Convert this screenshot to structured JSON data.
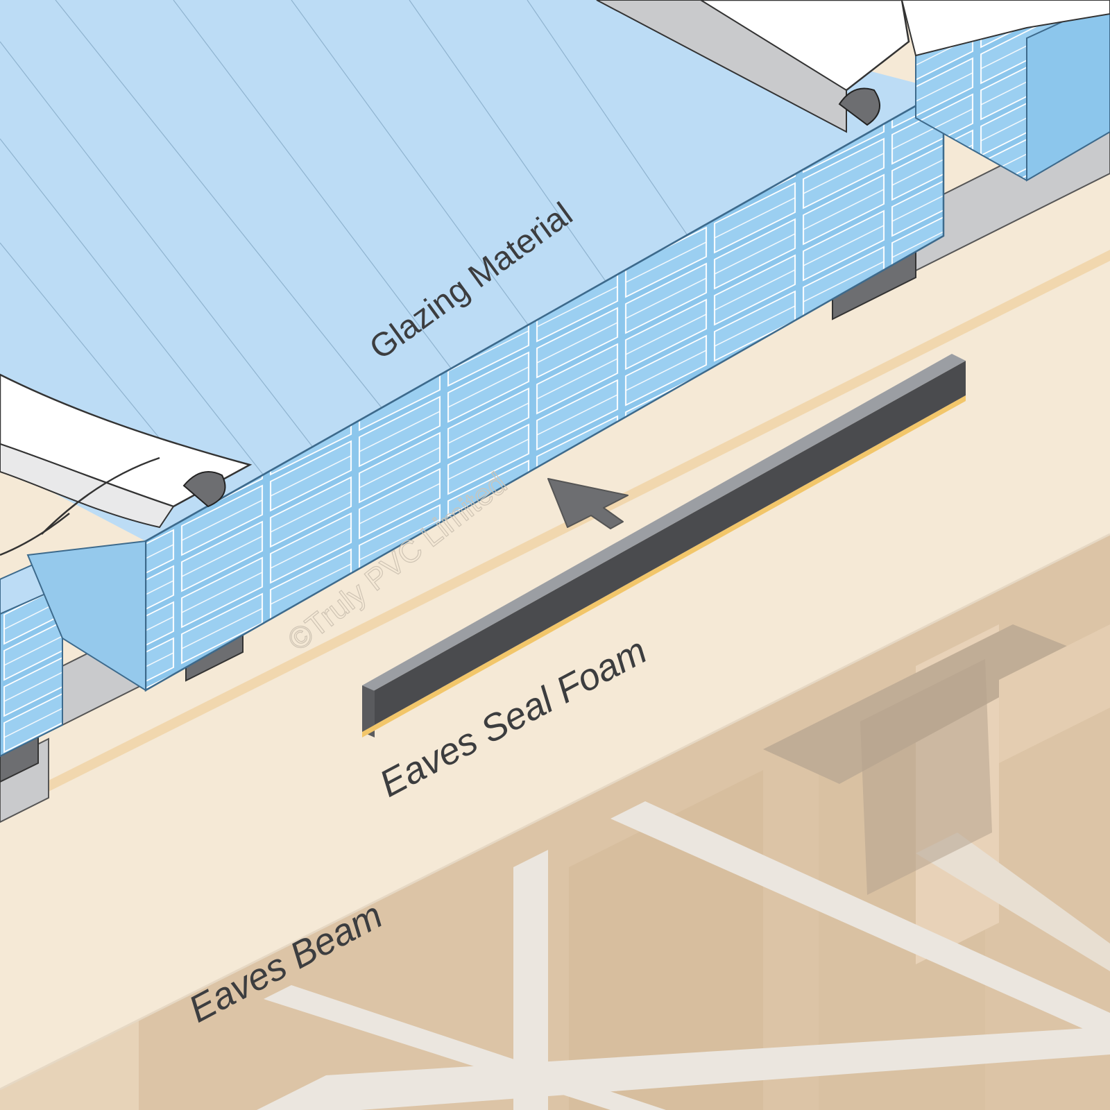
{
  "labels": {
    "glazing": "Glazing Material",
    "foam": "Eaves Seal Foam",
    "beam": "Eaves Beam"
  },
  "watermark": "©Truly PVC Limited",
  "colors": {
    "glazing_top": "#bcdcf5",
    "glazing_side": "#8cc6ec",
    "beam": "#f5e9d6",
    "foam_top": "#9b9ea3",
    "foam_side": "#4a4b4e",
    "bars": "#c9cacc",
    "caps": "#ffffff",
    "label": "#3c3d3f"
  }
}
